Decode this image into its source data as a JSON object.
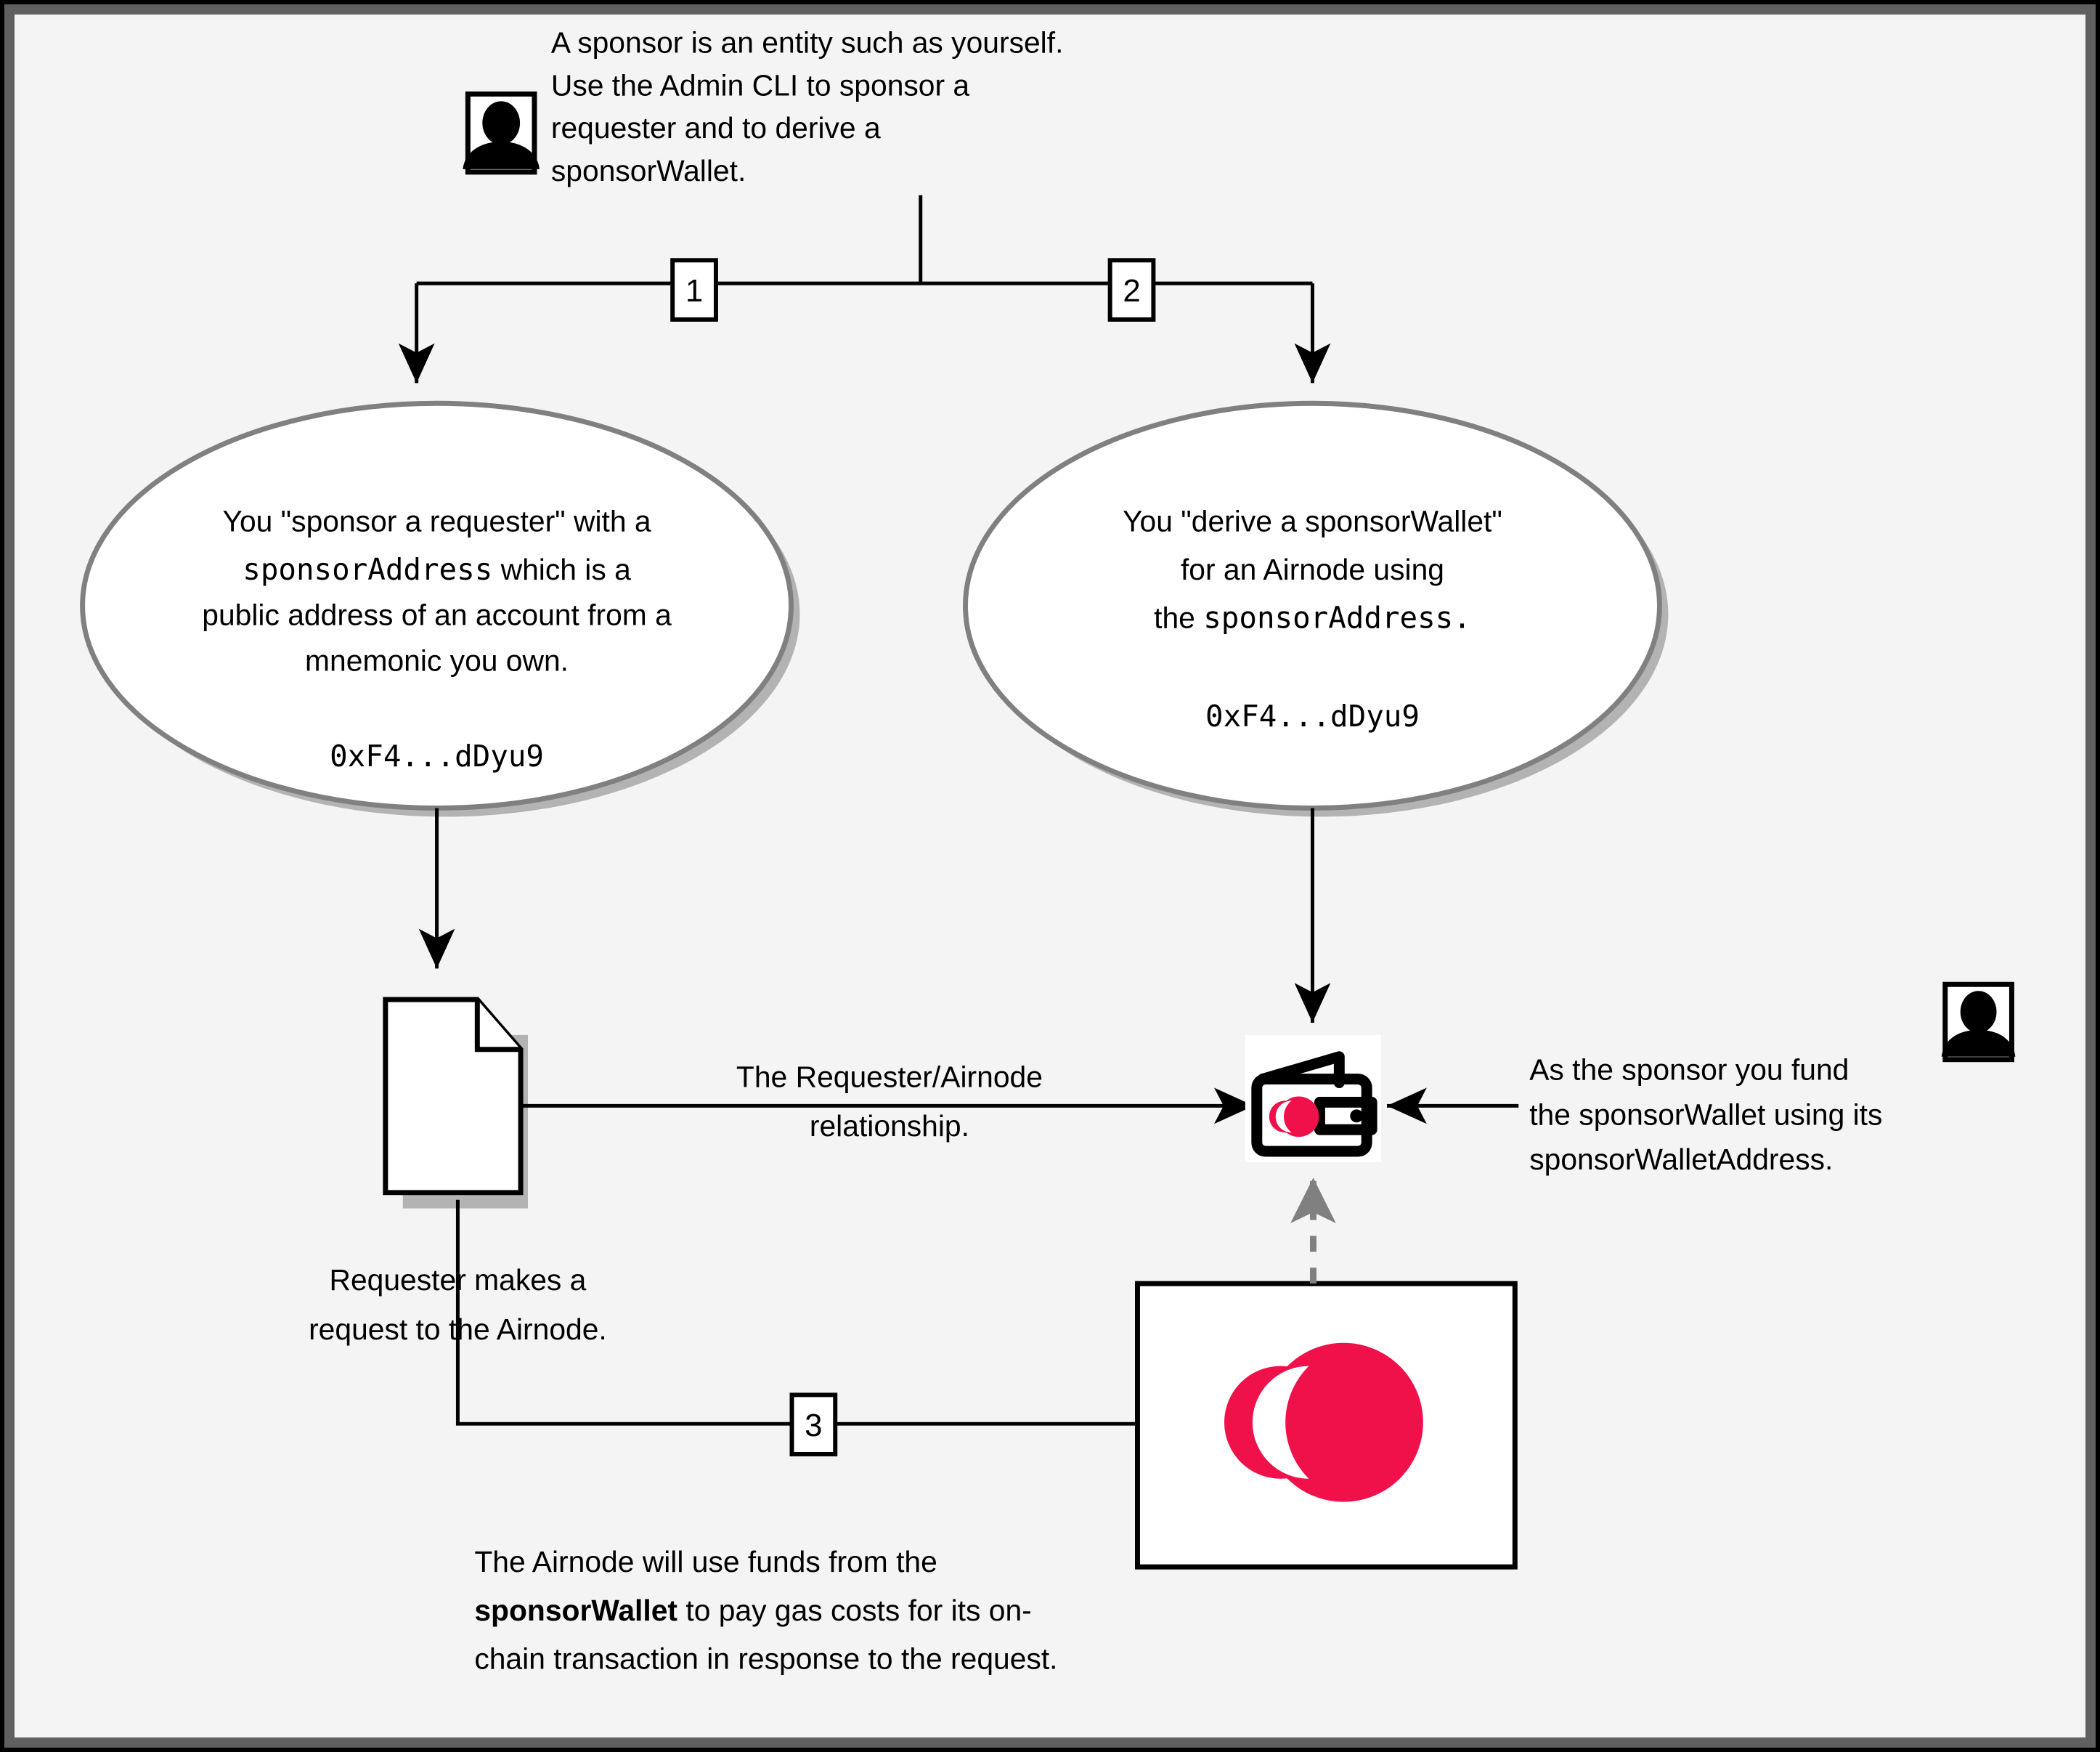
{
  "diagram": {
    "title": "Airnode sponsor / sponsorWallet relationship",
    "background_color": "#f4f4f4",
    "frame_color": "#606060",
    "accent_color": "#F0104A",
    "node_border_color": "#808080"
  },
  "intro": {
    "icon": "person-icon",
    "lines": [
      "A sponsor is an entity such as yourself.",
      "Use the Admin CLI to sponsor a",
      "requester and to derive a",
      "sponsorWallet."
    ]
  },
  "step_labels": {
    "one": "1",
    "two": "2",
    "three": "3"
  },
  "ellipse_left": {
    "name": "sponsor-a-requester",
    "lines": [
      {
        "text": "You \"sponsor a requester\" with a",
        "style": "sans"
      },
      {
        "text": "sponsorAddress",
        "style": "mono",
        "suffix": " which is a",
        "suffix_style": "sans"
      },
      {
        "text": "public address of an account from a",
        "style": "sans"
      },
      {
        "text": "mnemonic you own.",
        "style": "sans"
      }
    ],
    "address": "0xF4...dDyu9"
  },
  "ellipse_right": {
    "name": "derive-a-sponsorwallet",
    "lines": [
      {
        "text": "You \"derive a sponsorWallet\"",
        "style": "sans"
      },
      {
        "text": "for an Airnode using",
        "style": "sans"
      },
      {
        "text": "the ",
        "style": "sans",
        "suffix": "sponsorAddress.",
        "suffix_style": "mono"
      }
    ],
    "address": "0xF4...dDyu9"
  },
  "requester_doc": {
    "icon": "document-icon",
    "caption_lines": [
      "Requester makes a",
      "request to the Airnode."
    ]
  },
  "relationship_label": {
    "lines": [
      "The Requester/Airnode",
      "relationship."
    ]
  },
  "wallet": {
    "icon": "wallet-icon",
    "logo": "api3-logo"
  },
  "sponsor_funds_note": {
    "icon": "person-icon",
    "lines": [
      "As the sponsor you fund",
      "the sponsorWallet using its",
      "sponsorWalletAddress."
    ]
  },
  "airnode_box": {
    "logo": "api3-logo",
    "logo_color": "#F0104A"
  },
  "bottom_caption": {
    "line1_prefix": "The Airnode will use funds from the",
    "line2_bold": "sponsorWallet",
    "line2_rest": " to pay gas costs for its on-",
    "line3": "chain transaction in response to the request."
  }
}
